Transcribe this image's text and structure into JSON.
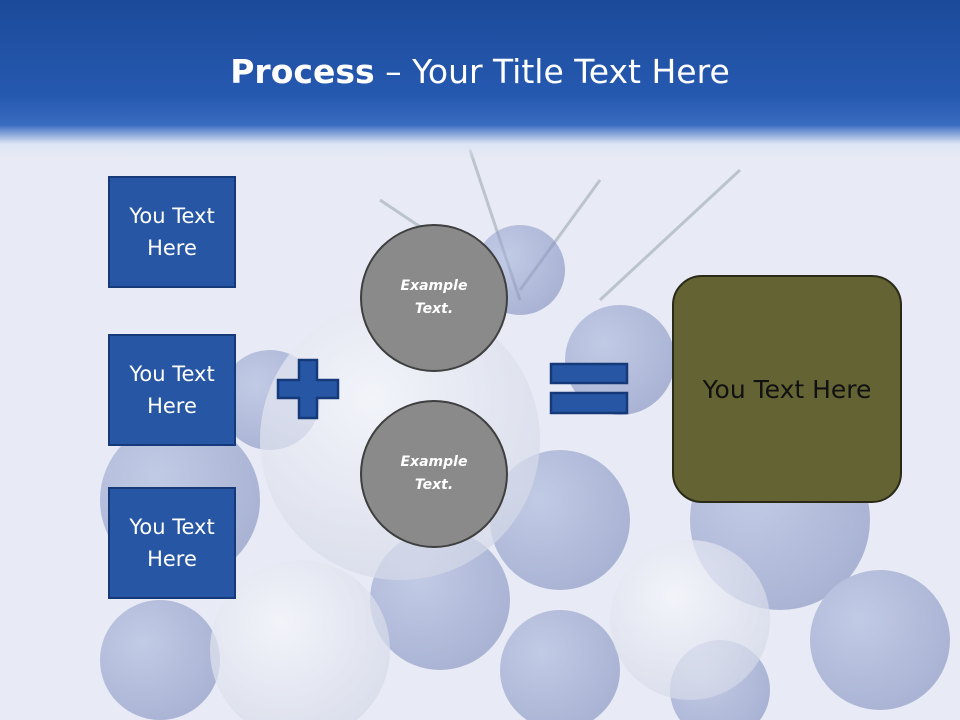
{
  "slide": {
    "title_bold": "Process",
    "title_rest": "– Your Title Text Here"
  },
  "inputs": [
    {
      "label": "You Text Here"
    },
    {
      "label": "You Text Here"
    },
    {
      "label": "You Text Here"
    }
  ],
  "circles": [
    {
      "label": "Example Text."
    },
    {
      "label": "Example Text."
    }
  ],
  "result": {
    "label": "You Text Here"
  },
  "operators": {
    "plus": "plus-icon",
    "equals": "equals-icon"
  },
  "colors": {
    "header": "#2559b0",
    "input_box": "#2757a4",
    "circle": "#8a8a8a",
    "result_box": "#646333"
  }
}
